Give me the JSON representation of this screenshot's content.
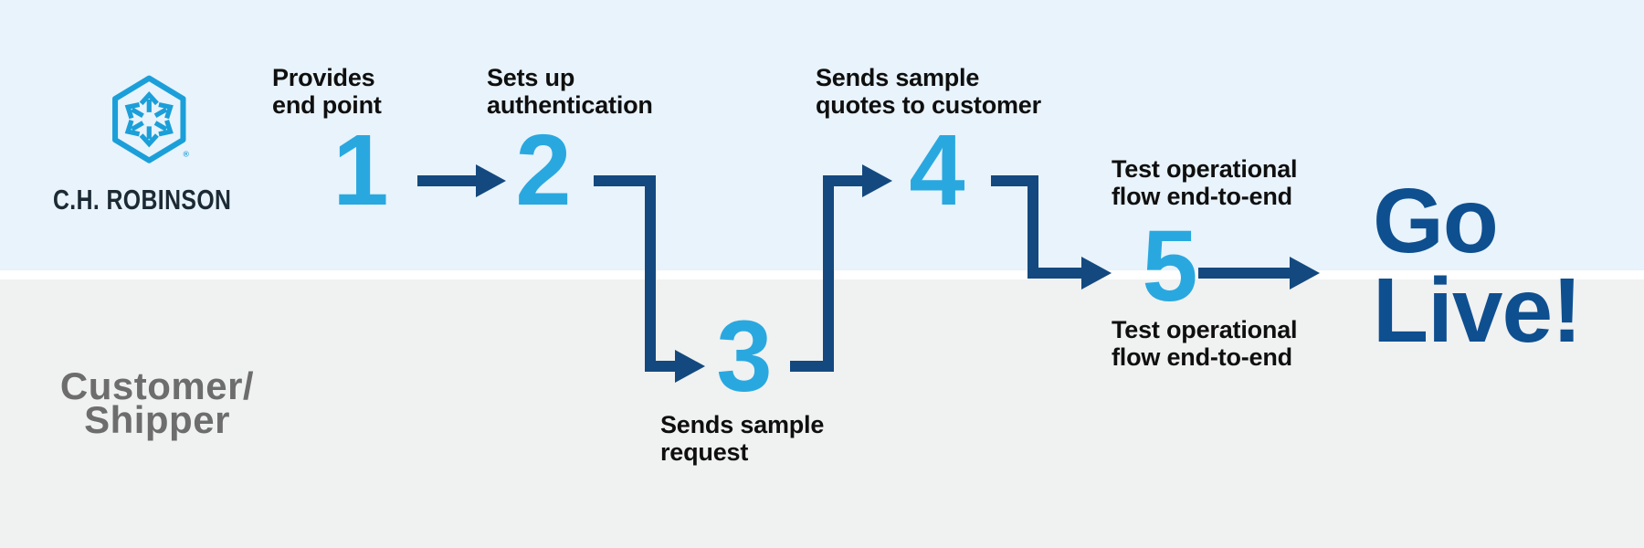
{
  "colors": {
    "band_top_blue": "#e8f3fb",
    "band_bottom_gray": "#f0f1f1",
    "divider_white": "#ffffff",
    "number_cyan": "#29a8e0",
    "logo_cyan": "#1b9fd9",
    "arrow_navy": "#13497f",
    "golive_navy": "#0e4f90",
    "label_black": "#0f0f0f",
    "lane_gray": "#6d6d6d",
    "wordmark_navy": "#1c2a35"
  },
  "logo": {
    "wordmark": "C.H. ROBINSON",
    "registered_mark": "®"
  },
  "lanes": {
    "top_owner": "C.H. Robinson",
    "bottom": {
      "line1": "Customer/",
      "line2": "Shipper"
    }
  },
  "steps": [
    {
      "number": "1",
      "lane": "top",
      "label_line1": "Provides",
      "label_line2": "end point"
    },
    {
      "number": "2",
      "lane": "top",
      "label_line1": "Sets up",
      "label_line2": "authentication"
    },
    {
      "number": "3",
      "lane": "bottom",
      "label_line1": "Sends sample",
      "label_line2": "request"
    },
    {
      "number": "4",
      "lane": "top",
      "label_line1": "Sends sample",
      "label_line2": "quotes to customer"
    },
    {
      "number": "5",
      "lane": "both",
      "label_above_line1": "Test operational",
      "label_above_line2": "flow end-to-end",
      "label_below_line1": "Test operational",
      "label_below_line2": "flow end-to-end"
    }
  ],
  "outcome": {
    "line1": "Go",
    "line2": "Live!"
  },
  "connections": [
    {
      "from": "1",
      "to": "2"
    },
    {
      "from": "2",
      "to": "3"
    },
    {
      "from": "3",
      "to": "4"
    },
    {
      "from": "4",
      "to": "5"
    },
    {
      "from": "5",
      "to": "Go Live!"
    }
  ]
}
